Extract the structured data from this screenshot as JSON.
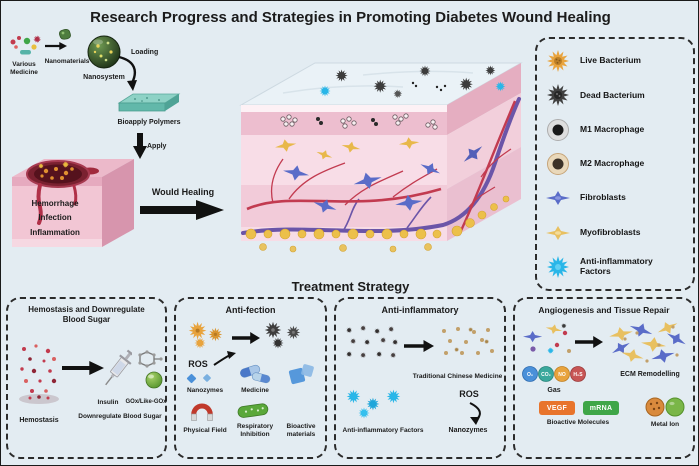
{
  "title": "Research Progress and Strategies in Promoting Diabetes Wound Healing",
  "flow": {
    "various_medicine": "Various Medicine",
    "nanomaterials": "Nanomaterials",
    "nanosystem": "Nanosystem",
    "loading": "Loading",
    "bioapply_polymers": "Bioapply Polymers",
    "apply": "Apply",
    "hemorrhage": "Hemorrhage",
    "infection": "Infection",
    "inflammation": "Inflammation",
    "would_healing": "Would Healing"
  },
  "legend": {
    "items": [
      {
        "label": "Live Bacterium"
      },
      {
        "label": "Dead Bacterium"
      },
      {
        "label": "M1 Macrophage"
      },
      {
        "label": "M2 Macrophage"
      },
      {
        "label": "Fibroblasts"
      },
      {
        "label": "Myofibroblasts"
      },
      {
        "label": "Anti-inflammatory Factors"
      }
    ]
  },
  "treatment": {
    "heading": "Treatment Strategy",
    "box1": {
      "title": "Hemostasis and Downregulate Blood Sugar",
      "hemostasis": "Hemostasis",
      "insulin": "Insulin",
      "gox": "GOx/Like-GOx",
      "downregulate": "Downregulate Blood Sugar"
    },
    "box2": {
      "title": "Anti-fection",
      "ros": "ROS",
      "nanozymes": "Nanozymes",
      "physical_field": "Physical Field",
      "medicine": "Medicine",
      "respiratory_inhibition": "Respiratory Inhibition",
      "bioactive_materials": "Bioactive materials"
    },
    "box3": {
      "title": "Anti-inflammatory",
      "tcm": "Traditional Chinese Medicine",
      "factors": "Anti-inflammatory Factors",
      "ros": "ROS",
      "nanozymes": "Nanozymes"
    },
    "box4": {
      "title": "Angiogenesis and Tissue Repair",
      "gases": [
        "O₂",
        "CO₂",
        "NO",
        "H₂S"
      ],
      "gas": "Gas",
      "ecm": "ECM Remodelling",
      "vegf": "VEGF",
      "mrna": "mRNA",
      "bioactive_molecules": "Bioactive Molecules",
      "metal_ion": "Metal Ion"
    }
  },
  "colors": {
    "background": "#e3ecf2",
    "live_bacterium": "#e8a33d",
    "dead_bacterium": "#3f3f3f",
    "anti_inflammatory_factor": "#29b6e8",
    "fibroblast": "#5a6cc8",
    "myofibroblast": "#e8c060",
    "vegf_badge": "#e8742c",
    "mrna_badge": "#3fa648"
  }
}
